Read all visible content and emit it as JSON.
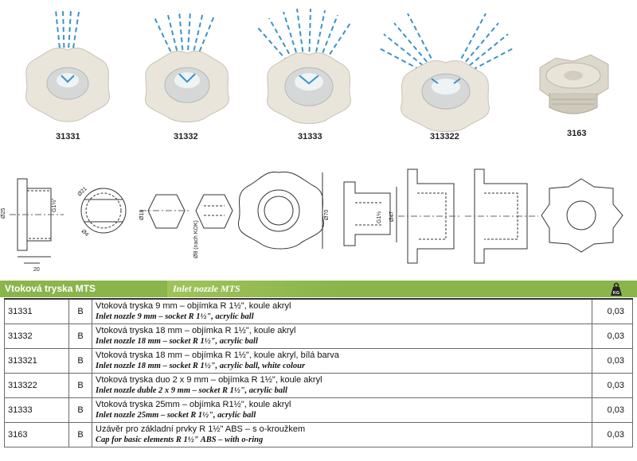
{
  "products": [
    {
      "code": "31331"
    },
    {
      "code": "31332"
    },
    {
      "code": "31333"
    },
    {
      "code": "313322"
    },
    {
      "code": "3163"
    }
  ],
  "drawing_labels": {
    "d25": "Ø25",
    "g": "G1½\"",
    "d21": "Ø21",
    "d4": "Ø4",
    "l20": "20",
    "d18": "Ø18",
    "kok": "Ø8 (nach KOK)",
    "d70": "Ø70",
    "g2": "G1½",
    "d47": "Ø47"
  },
  "section": {
    "title_cz": "Vtoková tryska MTS",
    "title_en": "Inlet nozzle MTS",
    "weight_icon": "kg-weight-icon",
    "weight_icon_text": "KG"
  },
  "colors": {
    "header": "#8ab54a",
    "spray": "#3a93c9"
  },
  "rows": [
    {
      "code": "31331",
      "cat": "B",
      "cz": "Vtoková tryska 9 mm – objímka R 1½\", koule akryl",
      "en": "Inlet nozzle 9 mm – socket R 1½\", acrylic ball",
      "weight": "0,03"
    },
    {
      "code": "31332",
      "cat": "B",
      "cz": "Vtoková tryska 18 mm – objímka R 1½\", koule akryl",
      "en": "Inlet nozzle 18 mm – socket R 1½\", acrylic ball",
      "weight": "0,03"
    },
    {
      "code": "313321",
      "cat": "B",
      "cz": "Vtoková tryska 18 mm – objímka R 1½\", koule akryl, bílá barva",
      "en": "Inlet nozzle 18 mm – socket R 1½\", acrylic ball, white colour",
      "weight": "0,03"
    },
    {
      "code": "313322",
      "cat": "B",
      "cz": "Vtoková tryska duo 2 x 9 mm – objímka R 1½\", koule akryl",
      "en": "Inlet nozzle duble 2 x 9 mm – socket R 1½\", acrylic ball",
      "weight": "0,03"
    },
    {
      "code": "31333",
      "cat": "B",
      "cz": "Vtoková tryska 25mm – objímka R1½\", koule akryl",
      "en": "Inlet nozzle 25mm – socket R 1½\", acrylic ball",
      "weight": "0,03"
    },
    {
      "code": "3163",
      "cat": "B",
      "cz": "Uzávěr pro základní prvky R 1½\" ABS – s o-kroužkem",
      "en": "Cap for basic elements R 1½\" ABS – with o-ring",
      "weight": "0,03"
    }
  ]
}
